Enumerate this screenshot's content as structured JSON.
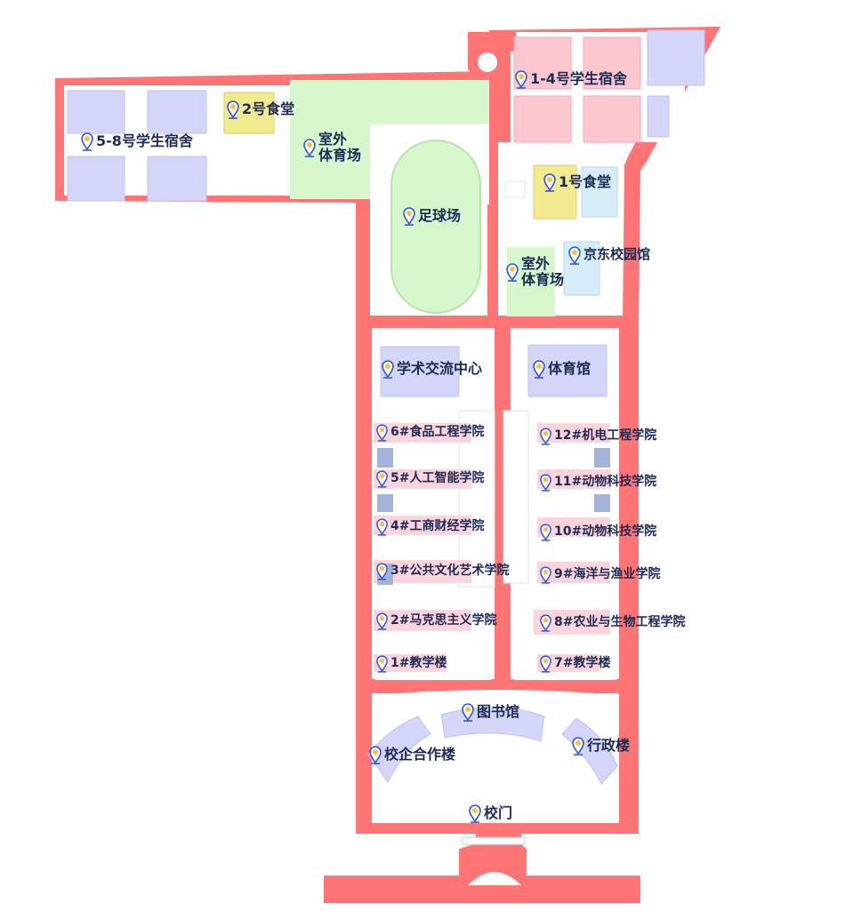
{
  "colors": {
    "road": "#ff7474",
    "dorm_pink": "#fcc7cf",
    "dorm_lavender": "#d3d6f8",
    "canteen": "#f2ea8e",
    "field": "#d6f8cc",
    "light_blue": "#d6ecf7",
    "college": "#fcd4db",
    "small_block": "#a6b3d8",
    "text": "#1d2a55",
    "pin_stroke": "#3457d8",
    "pin_fill": "#f5c24a"
  },
  "labels": {
    "dorm_1_4": "1-4号学生宿舍",
    "dorm_5_8": "5-8号学生宿舍",
    "canteen_2": "2号食堂",
    "outdoor_field_left_1": "室外",
    "outdoor_field_left_2": "体育场",
    "football_field": "足球场",
    "canteen_1": "1号食堂",
    "jd_hall": "京东校园馆",
    "outdoor_field_right_1": "室外",
    "outdoor_field_right_2": "体育场",
    "academic_center": "学术交流中心",
    "gymnasium": "体育馆",
    "college_6": "6#食品工程学院",
    "college_5": "5#人工智能学院",
    "college_4": "4#工商财经学院",
    "college_3": "3#公共文化艺术学院",
    "college_2": "2#马克思主义学院",
    "building_1": "1#教学楼",
    "college_12": "12#机电工程学院",
    "college_11": "11#动物科技学院",
    "college_10": "10#动物科技学院",
    "college_9": "9#海洋与渔业学院",
    "college_8": "8#农业与生物工程学院",
    "building_7": "7#教学楼",
    "library": "图书馆",
    "enterprise_building": "校企合作楼",
    "administration": "行政楼",
    "school_gate": "校门"
  }
}
